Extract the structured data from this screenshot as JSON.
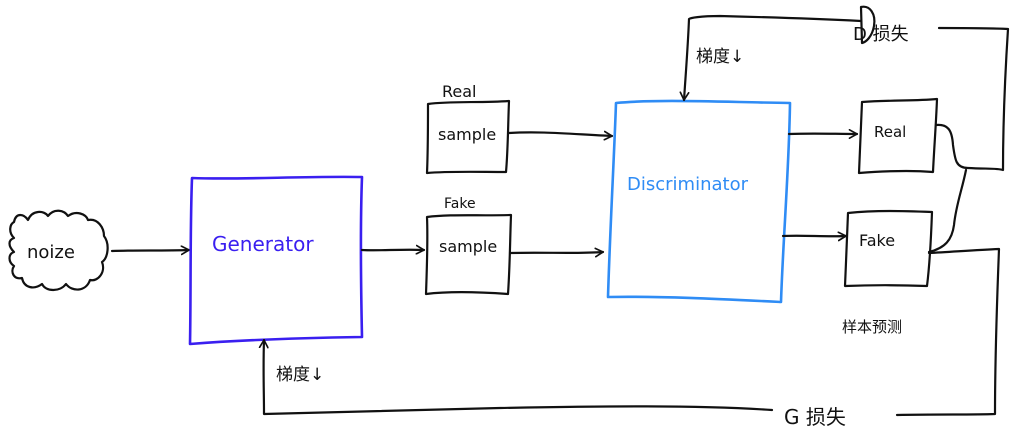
{
  "diagram": {
    "type": "GAN architecture sketch (hand-drawn)",
    "colors": {
      "ink": "#111111",
      "generator": "#3a1ff0",
      "discriminator": "#2f8cf5",
      "background": "#ffffff"
    },
    "nodes": {
      "noise": {
        "label": "noize"
      },
      "generator": {
        "label": "Generator"
      },
      "real_sample": {
        "caption": "Real",
        "label": "sample"
      },
      "fake_sample": {
        "caption": "Fake",
        "label": "sample"
      },
      "discriminator": {
        "label": "Discriminator"
      },
      "real_output": {
        "label": "Real"
      },
      "fake_output": {
        "label": "Fake"
      }
    },
    "annotations": {
      "sample_prediction": "样本预测",
      "d_loss": "D 损失",
      "g_loss": "G 损失",
      "d_gradient": "梯度↓",
      "g_gradient": "梯度↓"
    },
    "edges": [
      {
        "from": "noise",
        "to": "generator"
      },
      {
        "from": "generator",
        "to": "fake_sample"
      },
      {
        "from": "real_sample",
        "to": "discriminator"
      },
      {
        "from": "fake_sample",
        "to": "discriminator"
      },
      {
        "from": "discriminator",
        "to": "real_output"
      },
      {
        "from": "discriminator",
        "to": "fake_output"
      },
      {
        "from": "real_output",
        "to": "d_loss"
      },
      {
        "from": "fake_output",
        "to": "d_loss"
      },
      {
        "from": "fake_output",
        "to": "g_loss"
      },
      {
        "from": "d_loss",
        "to": "discriminator",
        "label": "梯度↓"
      },
      {
        "from": "g_loss",
        "to": "generator",
        "label": "梯度↓"
      }
    ]
  }
}
